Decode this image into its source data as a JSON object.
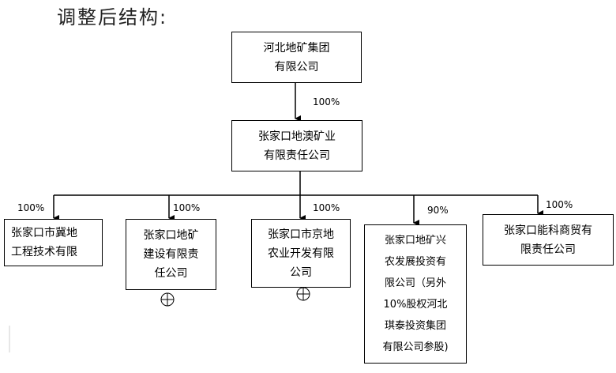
{
  "title": "调整后结构:",
  "nodes": {
    "parent": "河北地矿集团\n有限公司",
    "mid": "张家口地澳矿业\n有限责任公司",
    "c1": "张家口市冀地\n工程技术有限",
    "c2": "张家口地矿\n建设有限责\n任公司",
    "c3": "张家口市京地\n农业开发有限\n公司",
    "c4": "张家口地矿兴\n农发展投资有\n限公司（另外\n10%股权河北\n琪泰投资集团\n有限公司参股)",
    "c5": "张家口能科商贸有\n限责任公司"
  },
  "percent": {
    "parent_mid": "100%",
    "c1": "100%",
    "c2": "100%",
    "c3": "100%",
    "c4": "90%",
    "c5": "100%"
  },
  "colors": {
    "line": "#000000",
    "box_border": "#000000"
  }
}
